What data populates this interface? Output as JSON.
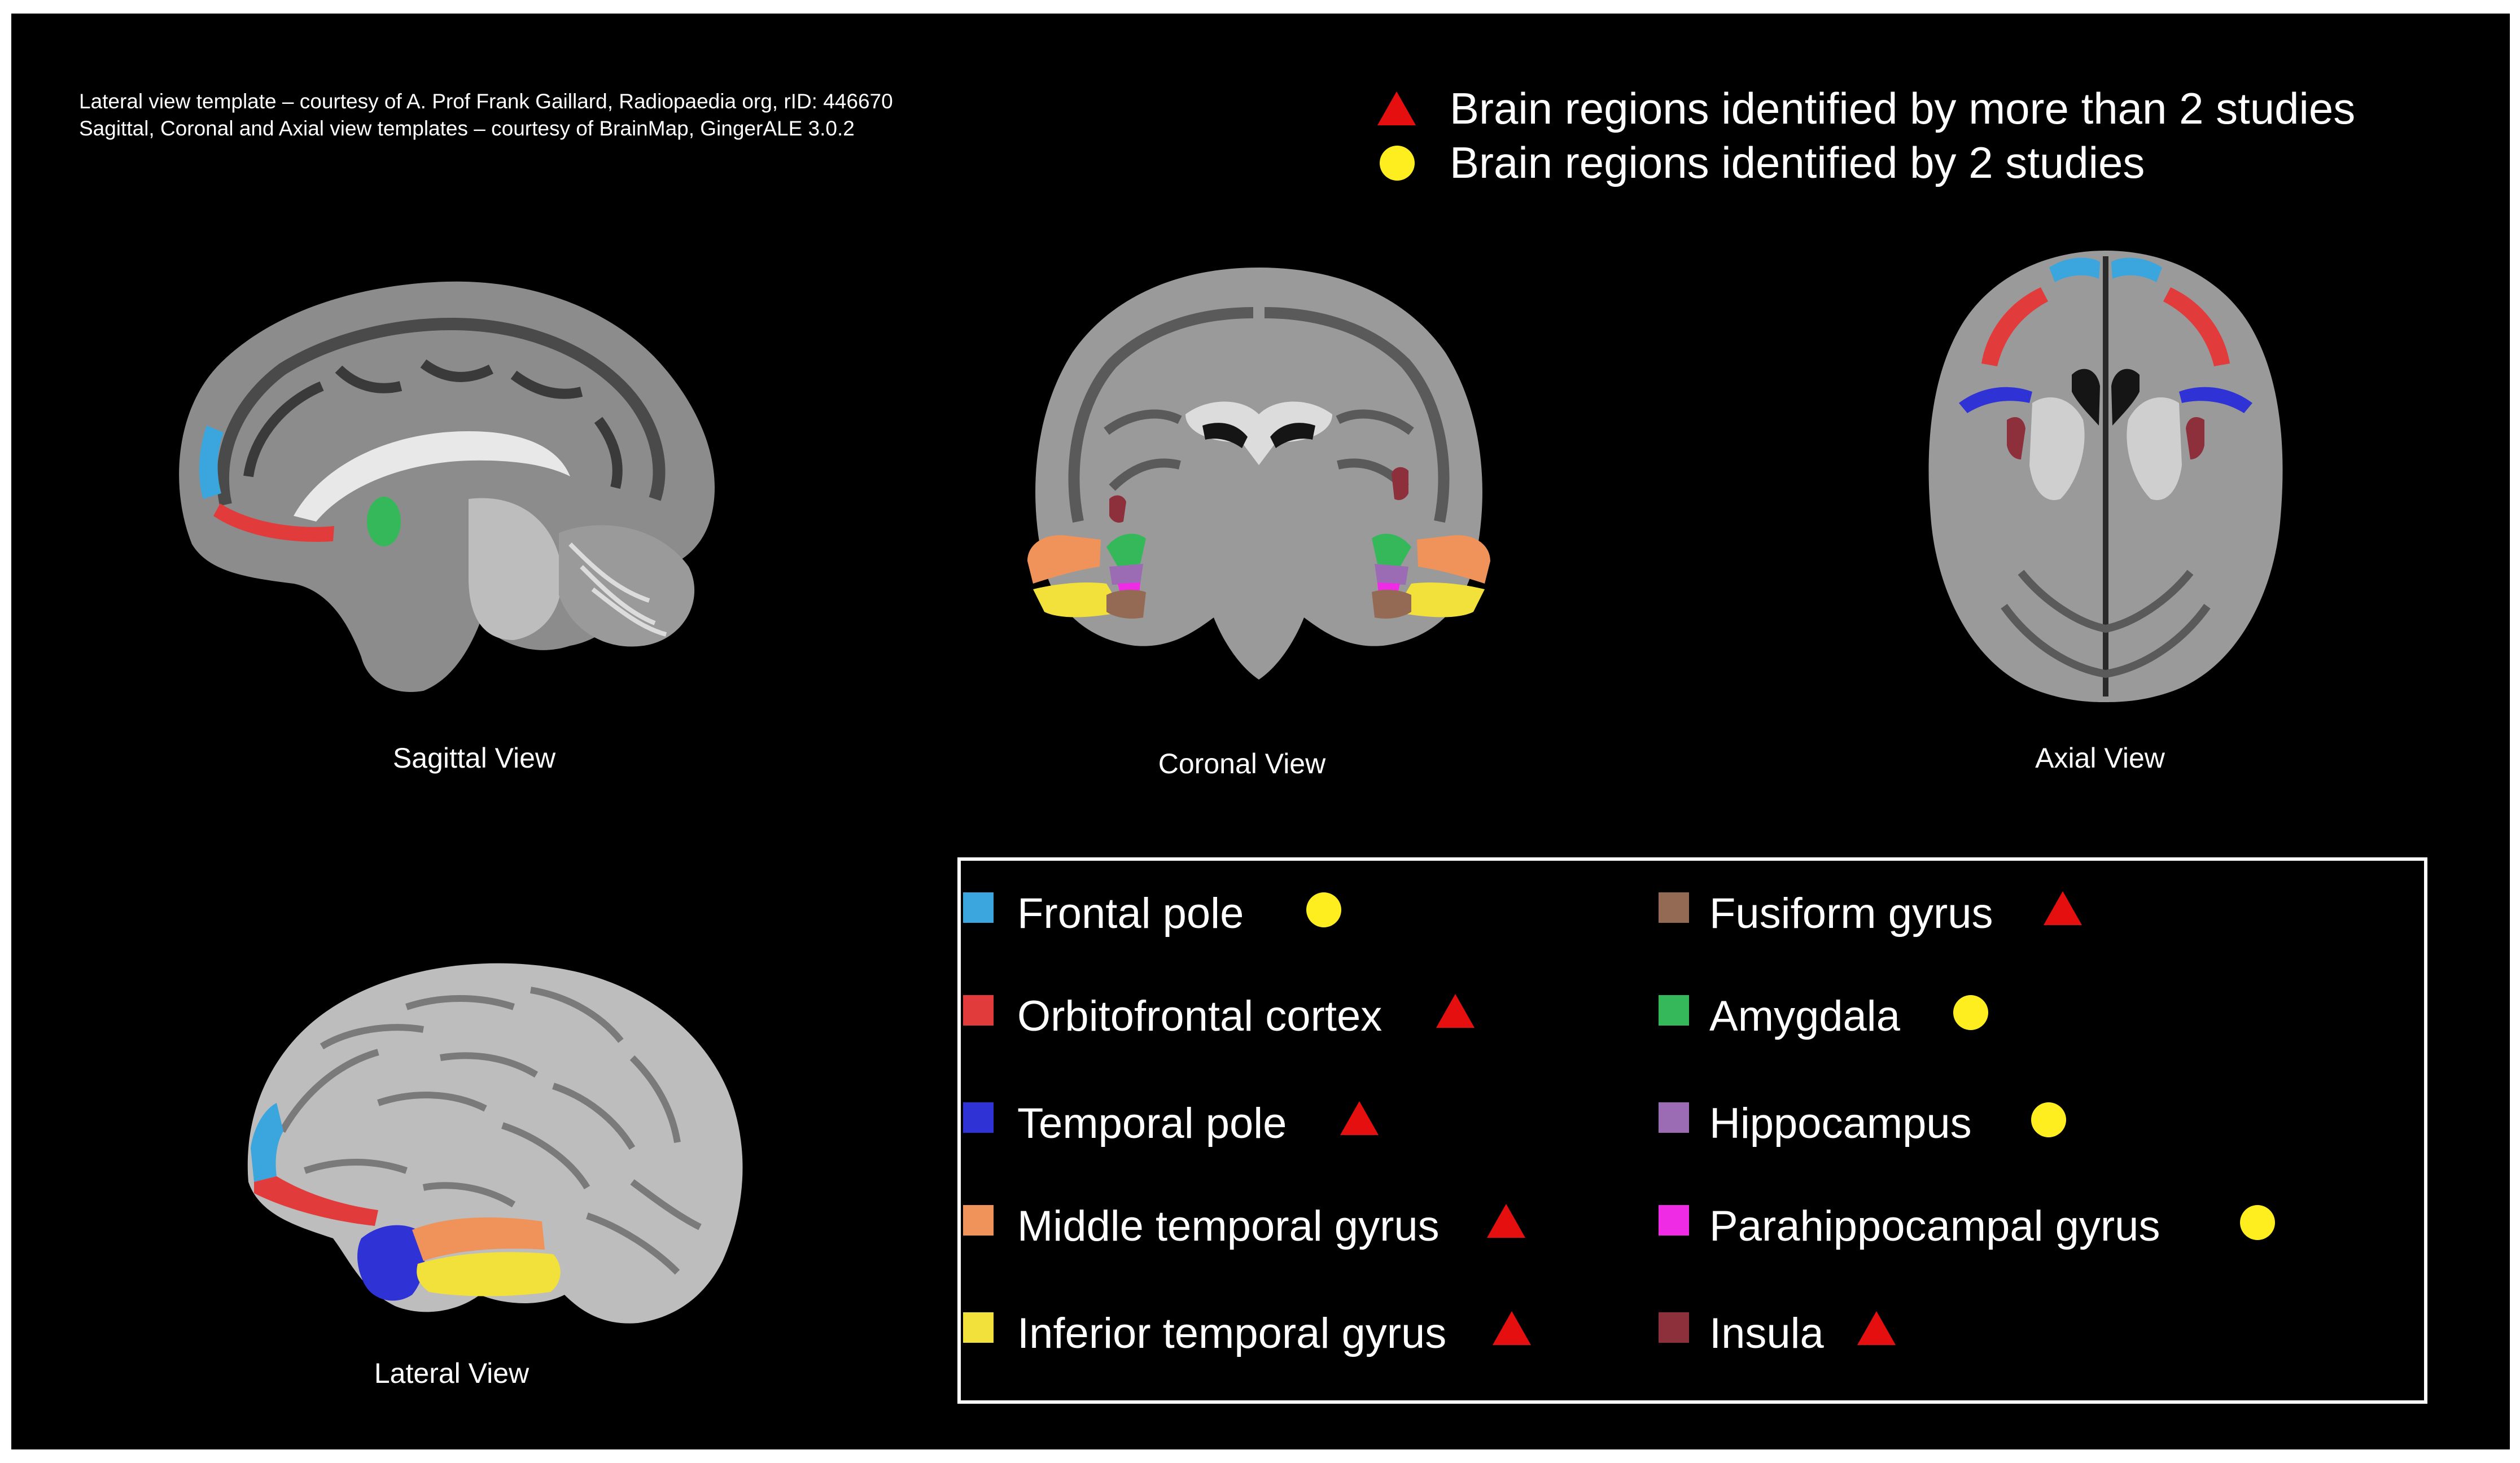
{
  "credits": [
    "Lateral view template – courtesy of A. Prof Frank Gaillard, Radiopaedia org, rID: 446670",
    "Sagittal, Coronal and Axial view templates – courtesy of BrainMap, GingerALE 3.0.2"
  ],
  "significance_legend": [
    {
      "symbol": "red-triangle",
      "label": "Brain regions identified by more than 2 studies"
    },
    {
      "symbol": "yellow-circle",
      "label": "Brain regions identified by 2 studies"
    }
  ],
  "views": {
    "sagittal": "Sagittal View",
    "coronal": "Coronal View",
    "axial": "Axial View",
    "lateral": "Lateral View"
  },
  "regions": [
    {
      "label": "Frontal pole",
      "color": "#3aa6dd",
      "marker": "yellow-circle"
    },
    {
      "label": "Orbitofrontal cortex",
      "color": "#e23b3b",
      "marker": "red-triangle"
    },
    {
      "label": "Temporal pole",
      "color": "#2f33d6",
      "marker": "red-triangle"
    },
    {
      "label": "Middle temporal gyrus",
      "color": "#f0935a",
      "marker": "red-triangle"
    },
    {
      "label": "Inferior temporal gyrus",
      "color": "#f2e13a",
      "marker": "red-triangle"
    },
    {
      "label": "Fusiform gyrus",
      "color": "#946a55",
      "marker": "red-triangle"
    },
    {
      "label": "Amygdala",
      "color": "#34b85a",
      "marker": "yellow-circle"
    },
    {
      "label": "Hippocampus",
      "color": "#9b6bb3",
      "marker": "yellow-circle"
    },
    {
      "label": "Parahippocampal gyrus",
      "color": "#ef2be5",
      "marker": "yellow-circle"
    },
    {
      "label": "Insula",
      "color": "#8e2f3c",
      "marker": "red-triangle"
    }
  ],
  "colors": {
    "background": "#000000",
    "triangle": "#e60f0f",
    "circle": "#ffee1f"
  }
}
